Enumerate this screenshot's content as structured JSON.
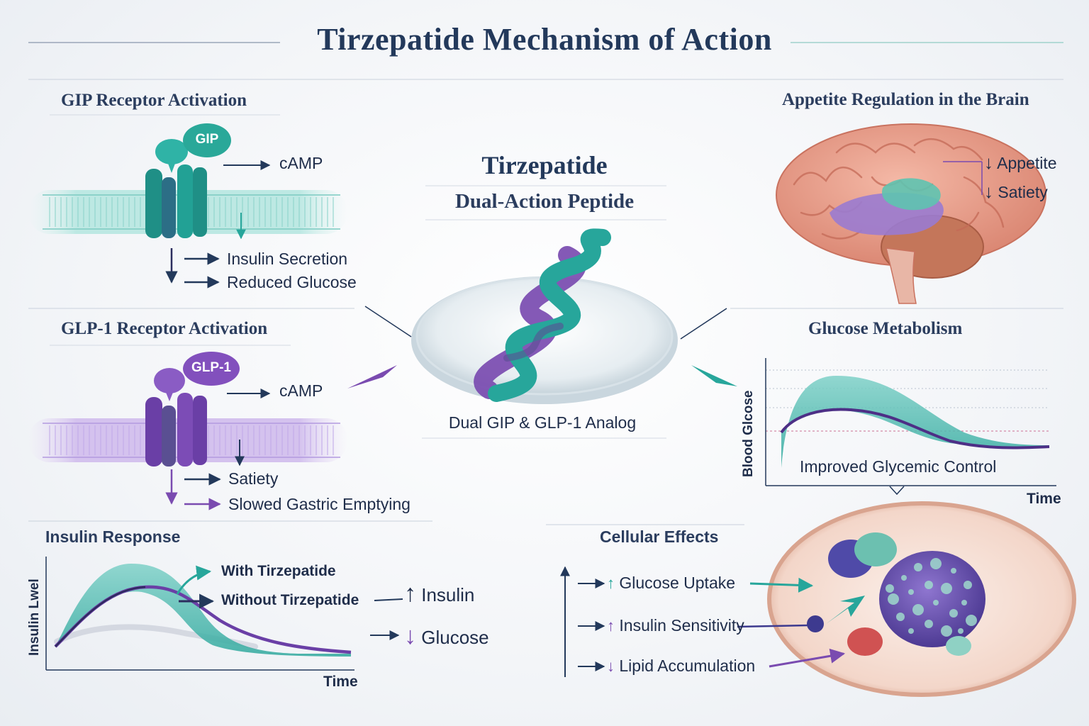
{
  "title": "Tirzepatide Mechanism of Action",
  "gip": {
    "heading": "GIP Receptor Activation",
    "ligand": "GIP",
    "messenger": "cAMP",
    "effects": [
      "Insulin Secretion",
      "Reduced Glucose"
    ]
  },
  "glp1": {
    "heading": "GLP-1 Receptor Activation",
    "ligand": "GLP-1",
    "messenger": "cAMP",
    "effects": [
      "Satiety",
      "Slowed Gastric Emptying"
    ]
  },
  "center": {
    "name": "Tirzepatide",
    "subtitle": "Dual-Action Peptide",
    "caption": "Dual GIP & GLP-1 Analog"
  },
  "brain": {
    "heading": "Appetite Regulation in the Brain",
    "effects": [
      {
        "arrow": "↓",
        "label": "Appetite"
      },
      {
        "arrow": "↓",
        "label": "Satiety"
      }
    ]
  },
  "glucose_metabolism": {
    "heading": "Glucose Metabolism",
    "ylabel": "Blood Glcose",
    "xlabel": "Time",
    "caption": "Improved Glycemic Control"
  },
  "insulin_response": {
    "heading": "Insulin Response",
    "ylabel": "Insulin Lwel",
    "xlabel": "Time",
    "legend": [
      "With Tirzepatide",
      "Without Tirzepatide"
    ],
    "outcomes": [
      {
        "arrow": "↑",
        "label": "Insulin"
      },
      {
        "arrow": "↓",
        "label": "Glucose"
      }
    ]
  },
  "cellular": {
    "heading": "Cellular Effects",
    "effects": [
      {
        "arrow": "↑",
        "label": "Glucose Uptake"
      },
      {
        "arrow": "↑",
        "label": "Insulin Sensitivity"
      },
      {
        "arrow": "↓",
        "label": "Lipid Accumulation"
      }
    ]
  },
  "colors": {
    "teal": "#27a69b",
    "purple": "#7a4bb0",
    "navy": "#23395b",
    "brain_pink": "#e59a86"
  }
}
